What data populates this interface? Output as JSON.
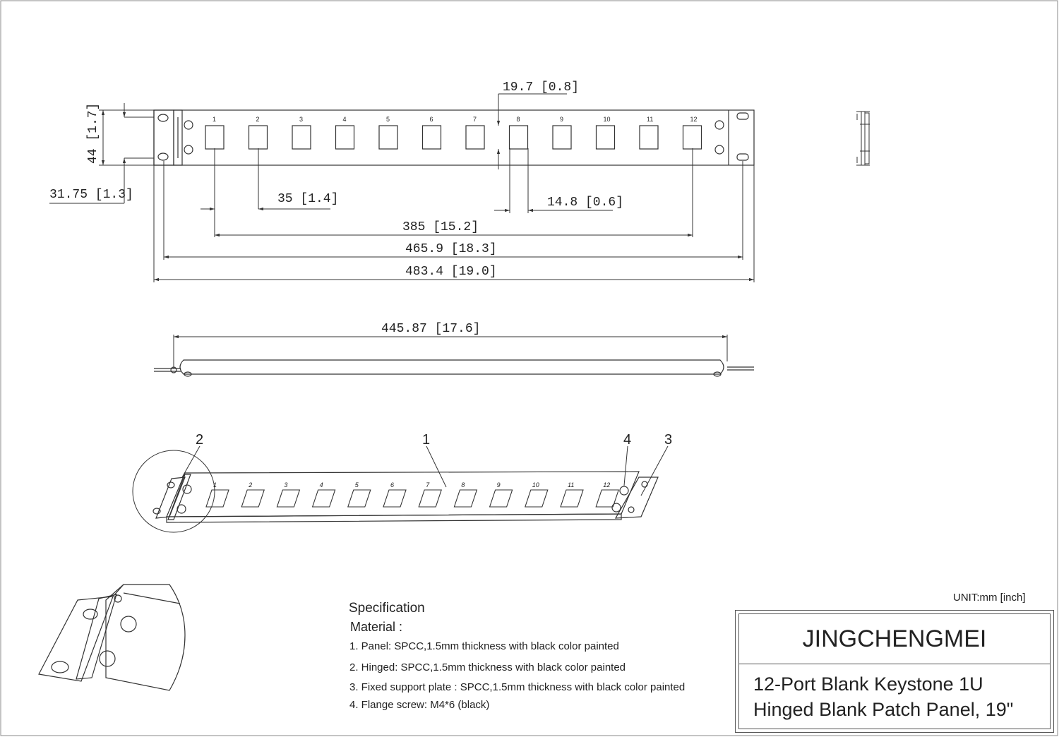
{
  "dimensions": {
    "height": "44 [1.7]",
    "mount_offset": "31.75 [1.3]",
    "port_gap": "19.7 [0.8]",
    "port_pitch": "35 [1.4]",
    "port_width": "14.8 [0.6]",
    "port_span": "385 [15.2]",
    "hole_span": "465.9 [18.3]",
    "overall_width": "483.4 [19.0]",
    "top_length": "445.87 [17.6]"
  },
  "ports": [
    "1",
    "2",
    "3",
    "4",
    "5",
    "6",
    "7",
    "8",
    "9",
    "10",
    "11",
    "12"
  ],
  "callouts": [
    "1",
    "2",
    "3",
    "4"
  ],
  "specification": {
    "title": "Specification",
    "material_label": "Material :",
    "items": [
      "1.  Panel: SPCC,1.5mm thickness with black color painted",
      "2.  Hinged: SPCC,1.5mm thickness with black color painted",
      "3.  Fixed support plate : SPCC,1.5mm thickness with black color painted",
      "4.  Flange screw: M4*6 (black)"
    ]
  },
  "unit": "UNIT:mm [inch]",
  "title_block": {
    "brand": "JINGCHENGMEI",
    "product_line1": "12-Port Blank Keystone 1U",
    "product_line2": "Hinged Blank Patch Panel, 19\""
  }
}
